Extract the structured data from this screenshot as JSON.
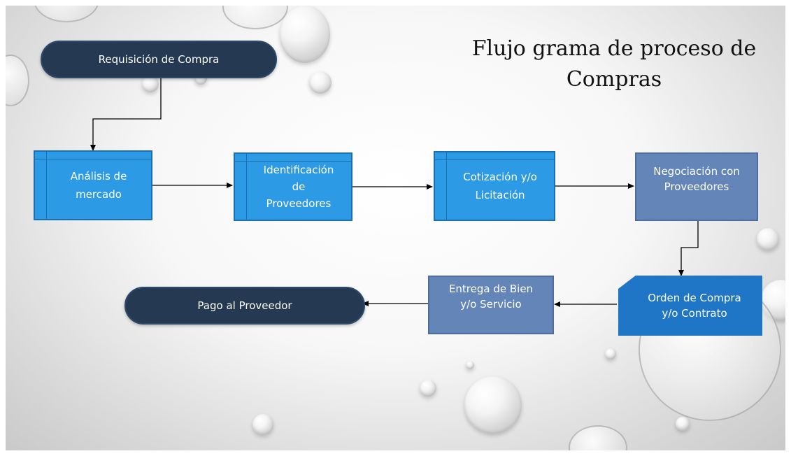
{
  "title": "Flujo grama de proceso de\nCompras",
  "nodes": {
    "start": "Requisición de Compra",
    "analysis": "Análisis de\nmercado",
    "identification": "Identificación\nde\nProveedores",
    "quotation": "Cotización y/o\nLicitación",
    "negotiation": "Negociación con\nProveedores",
    "order": "Orden de Compra\ny/o Contrato",
    "delivery": "Entrega de Bien\ny/o Servicio",
    "end": "Pago al Proveedor"
  },
  "colors": {
    "terminal": "#253a52",
    "predefined_process": "#2d9ae6",
    "process": "#6385b8",
    "card": "#1f76c6",
    "connector": "#000000"
  }
}
